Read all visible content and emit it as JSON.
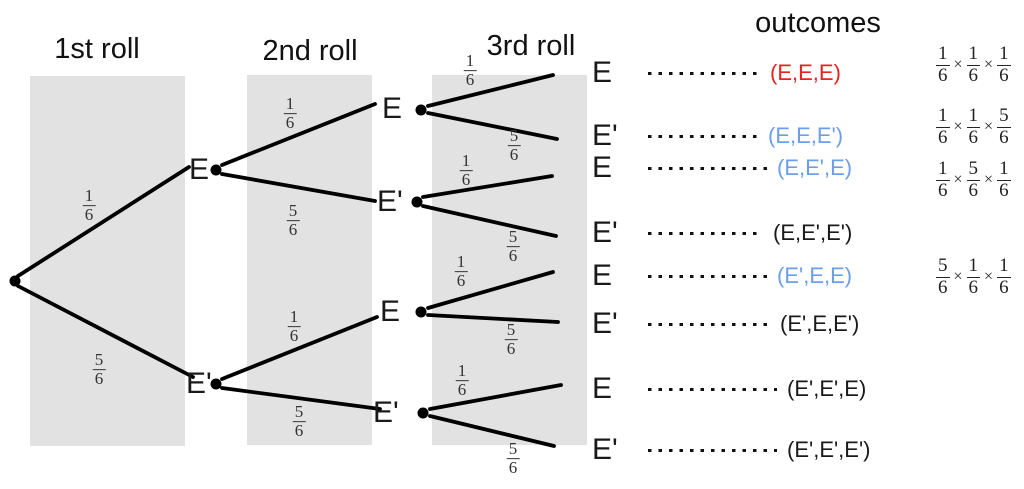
{
  "colors": {
    "highlight_red": "#e8231f",
    "highlight_blue": "#6d9eeb",
    "text_black": "#1a1a1a",
    "band_gray": "#e2e2e2",
    "line_black": "#000000"
  },
  "columns": [
    {
      "title": "1st roll"
    },
    {
      "title": "2nd roll"
    },
    {
      "title": "3rd roll"
    }
  ],
  "outcomes_header": "outcomes",
  "times_symbol": "×",
  "tree": {
    "nodes": [
      {
        "label": "E"
      },
      {
        "label": "E'"
      },
      {
        "label": "E"
      },
      {
        "label": "E'"
      },
      {
        "label": "E"
      },
      {
        "label": "E'"
      }
    ],
    "probs": [
      {
        "num": "1",
        "den": "6"
      },
      {
        "num": "5",
        "den": "6"
      },
      {
        "num": "1",
        "den": "6"
      },
      {
        "num": "5",
        "den": "6"
      },
      {
        "num": "1",
        "den": "6"
      },
      {
        "num": "5",
        "den": "6"
      },
      {
        "num": "1",
        "den": "6"
      },
      {
        "num": "5",
        "den": "6"
      },
      {
        "num": "1",
        "den": "6"
      },
      {
        "num": "5",
        "den": "6"
      },
      {
        "num": "1",
        "den": "6"
      },
      {
        "num": "5",
        "den": "6"
      },
      {
        "num": "1",
        "den": "6"
      },
      {
        "num": "5",
        "den": "6"
      }
    ]
  },
  "rows": [
    {
      "leaf": "E",
      "outcome": "(E,E,E)",
      "highlight": "red"
    },
    {
      "leaf": "E'",
      "outcome": "(E,E,E')",
      "highlight": "blue"
    },
    {
      "leaf": "E",
      "outcome": "(E,E',E)",
      "highlight": "blue"
    },
    {
      "leaf": "E'",
      "outcome": "(E,E',E')",
      "highlight": "none"
    },
    {
      "leaf": "E",
      "outcome": "(E',E,E)",
      "highlight": "blue"
    },
    {
      "leaf": "E'",
      "outcome": "(E',E,E')",
      "highlight": "none"
    },
    {
      "leaf": "E",
      "outcome": "(E',E',E)",
      "highlight": "none"
    },
    {
      "leaf": "E'",
      "outcome": "(E',E',E')",
      "highlight": "none"
    }
  ],
  "products": [
    {
      "factors": [
        {
          "num": "1",
          "den": "6"
        },
        {
          "num": "1",
          "den": "6"
        },
        {
          "num": "1",
          "den": "6"
        }
      ]
    },
    {
      "factors": [
        {
          "num": "1",
          "den": "6"
        },
        {
          "num": "1",
          "den": "6"
        },
        {
          "num": "5",
          "den": "6"
        }
      ]
    },
    {
      "factors": [
        {
          "num": "1",
          "den": "6"
        },
        {
          "num": "5",
          "den": "6"
        },
        {
          "num": "1",
          "den": "6"
        }
      ]
    },
    {
      "factors": [
        {
          "num": "5",
          "den": "6"
        },
        {
          "num": "1",
          "den": "6"
        },
        {
          "num": "1",
          "den": "6"
        }
      ]
    }
  ]
}
